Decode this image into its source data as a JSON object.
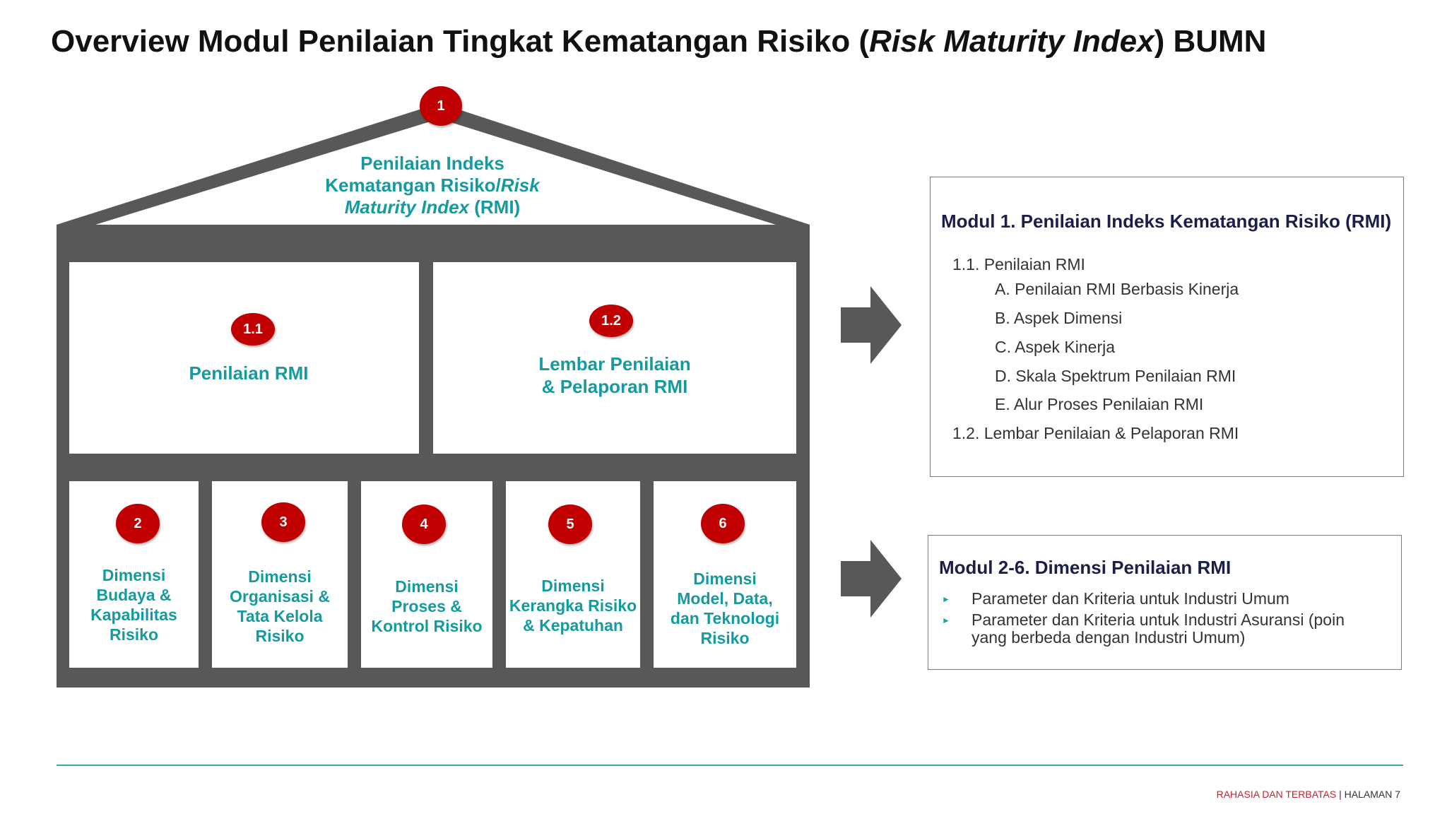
{
  "title": {
    "before": "Overview Modul Penilaian Tingkat Kematangan Risiko (",
    "italic": "Risk Maturity Index",
    "after": ") BUMN"
  },
  "house": {
    "roof": {
      "badge": "1",
      "line1": "Penilaian Indeks",
      "line2_normal": "Kematangan Risiko/",
      "line2_italic": "Risk",
      "line3_italic": "Maturity Index",
      "line3_normal": " (RMI)"
    },
    "upper": [
      {
        "badge": "1.1",
        "lines": [
          "Penilaian RMI"
        ]
      },
      {
        "badge": "1.2",
        "lines": [
          "Lembar Penilaian",
          "& Pelaporan RMI"
        ]
      }
    ],
    "lower": [
      {
        "badge": "2",
        "lines": [
          "Dimensi",
          "Budaya &",
          "Kapabilitas",
          "Risiko"
        ]
      },
      {
        "badge": "3",
        "lines": [
          "Dimensi",
          "Organisasi &",
          "Tata Kelola",
          "Risiko"
        ]
      },
      {
        "badge": "4",
        "lines": [
          "Dimensi",
          "Proses &",
          "Kontrol Risiko"
        ]
      },
      {
        "badge": "5",
        "lines": [
          "Dimensi",
          "Kerangka Risiko",
          "& Kepatuhan"
        ]
      },
      {
        "badge": "6",
        "lines": [
          "Dimensi",
          "Model, Data,",
          "dan Teknologi",
          "Risiko"
        ]
      }
    ]
  },
  "panel1": {
    "title": "Modul 1. Penilaian Indeks Kematangan Risiko (RMI)",
    "items": [
      "1.1.  Penilaian RMI",
      "A. Penilaian RMI Berbasis Kinerja",
      "B.  Aspek Dimensi",
      "C. Aspek Kinerja",
      "D. Skala Spektrum Penilaian RMI",
      "E.  Alur Proses Penilaian RMI",
      "1.2.  Lembar Penilaian & Pelaporan RMI"
    ]
  },
  "panel2": {
    "title": "Modul 2-6. Dimensi Penilaian RMI",
    "bullets": [
      {
        "line1": "Parameter dan Kriteria untuk Industri Umum"
      },
      {
        "line1": "Parameter dan Kriteria untuk Industri Asuransi (poin",
        "line2": "yang berbeda dengan Industri Umum)"
      }
    ]
  },
  "footer": {
    "classification": "RAHASIA DAN TERBATAS",
    "separator": " | ",
    "page": "HALAMAN 7"
  }
}
